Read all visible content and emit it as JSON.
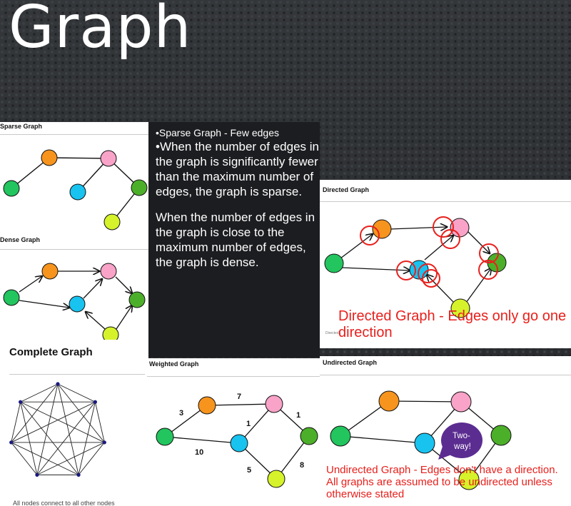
{
  "slide": {
    "title": "Graph",
    "sparse_text": "•Sparse Graph - Few edges",
    "sparse_desc": "•When the number of edges in the graph is significantly fewer than the maximum number of edges, the graph is sparse.",
    "dense_desc": "When the number of edges in the graph is close to the maximum number of edges, the graph is dense.",
    "directed_note": "Directed Graph - Edges only go one direction",
    "undirected_note": "Undirected Graph - Edges don't have a direction. All graphs are assumed to be undirected unless otherwise stated"
  },
  "panels": {
    "sparse": {
      "title": "Sparse Graph"
    },
    "dense": {
      "title": "Dense Graph"
    },
    "complete": {
      "title": "Complete Graph",
      "caption": "All nodes connect to all other nodes"
    },
    "weighted": {
      "title": "Weighted Graph",
      "weights": {
        "w_green_orange": "3",
        "w_orange_pink": "7",
        "w_pink_blue": "1",
        "w_pink_green": "1",
        "w_green_blue": "10",
        "w_blue_yellow": "5",
        "w_green_yellow": "8"
      }
    },
    "directed": {
      "title": "Directed Graph",
      "caption": "Directed..."
    },
    "undirected": {
      "title": "Undirected Graph",
      "bubble": "Two-way!"
    }
  },
  "colors": {
    "orange": "#f7941d",
    "pink": "#f9a3c8",
    "green": "#22c55e",
    "dark_green": "#4caf2a",
    "blue": "#18c3f0",
    "yellow": "#d6f22a",
    "red_annotation": "#e8201c",
    "bubble": "#5b2d91"
  }
}
